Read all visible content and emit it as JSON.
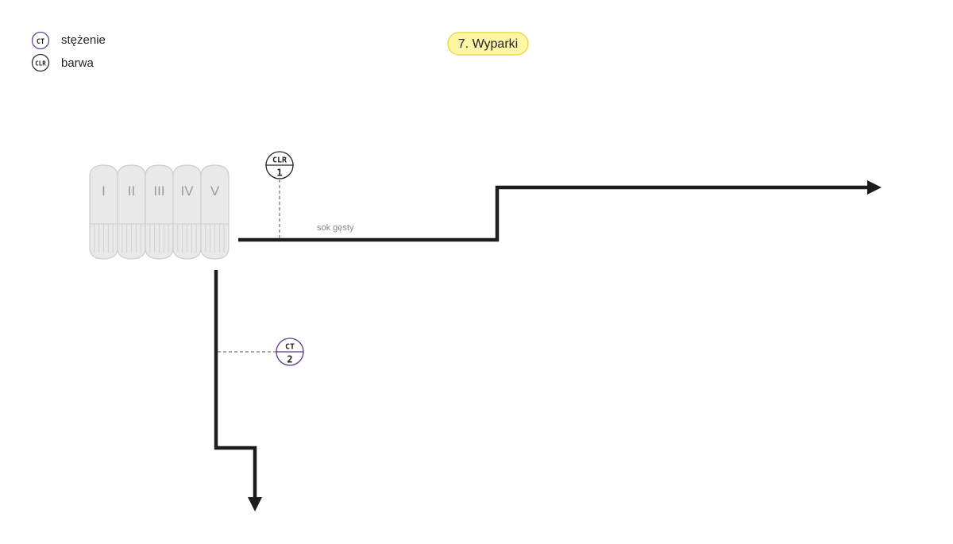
{
  "colors": {
    "title_fill": "#fdf7a6",
    "title_stroke": "#ecd84d",
    "line": "#1c1c1c",
    "ct_accent": "#5b3a8a",
    "clr_accent": "#222222",
    "vessel_fill": "#e9e9e9",
    "vessel_stroke": "#cccccc",
    "dash": "#555555"
  },
  "title": "7. Wyparki",
  "legend": [
    {
      "tag": "CT",
      "label": "stężenie",
      "accent": "#5b3a8a"
    },
    {
      "tag": "CLR",
      "label": "barwa",
      "accent": "#222222"
    }
  ],
  "evaporators": [
    "I",
    "II",
    "III",
    "IV",
    "V"
  ],
  "stream_label": "sok gęsty",
  "instruments": [
    {
      "tag": "CLR",
      "number": "1",
      "accent": "#222222"
    },
    {
      "tag": "CT",
      "number": "2",
      "accent": "#5b3a8a"
    }
  ]
}
